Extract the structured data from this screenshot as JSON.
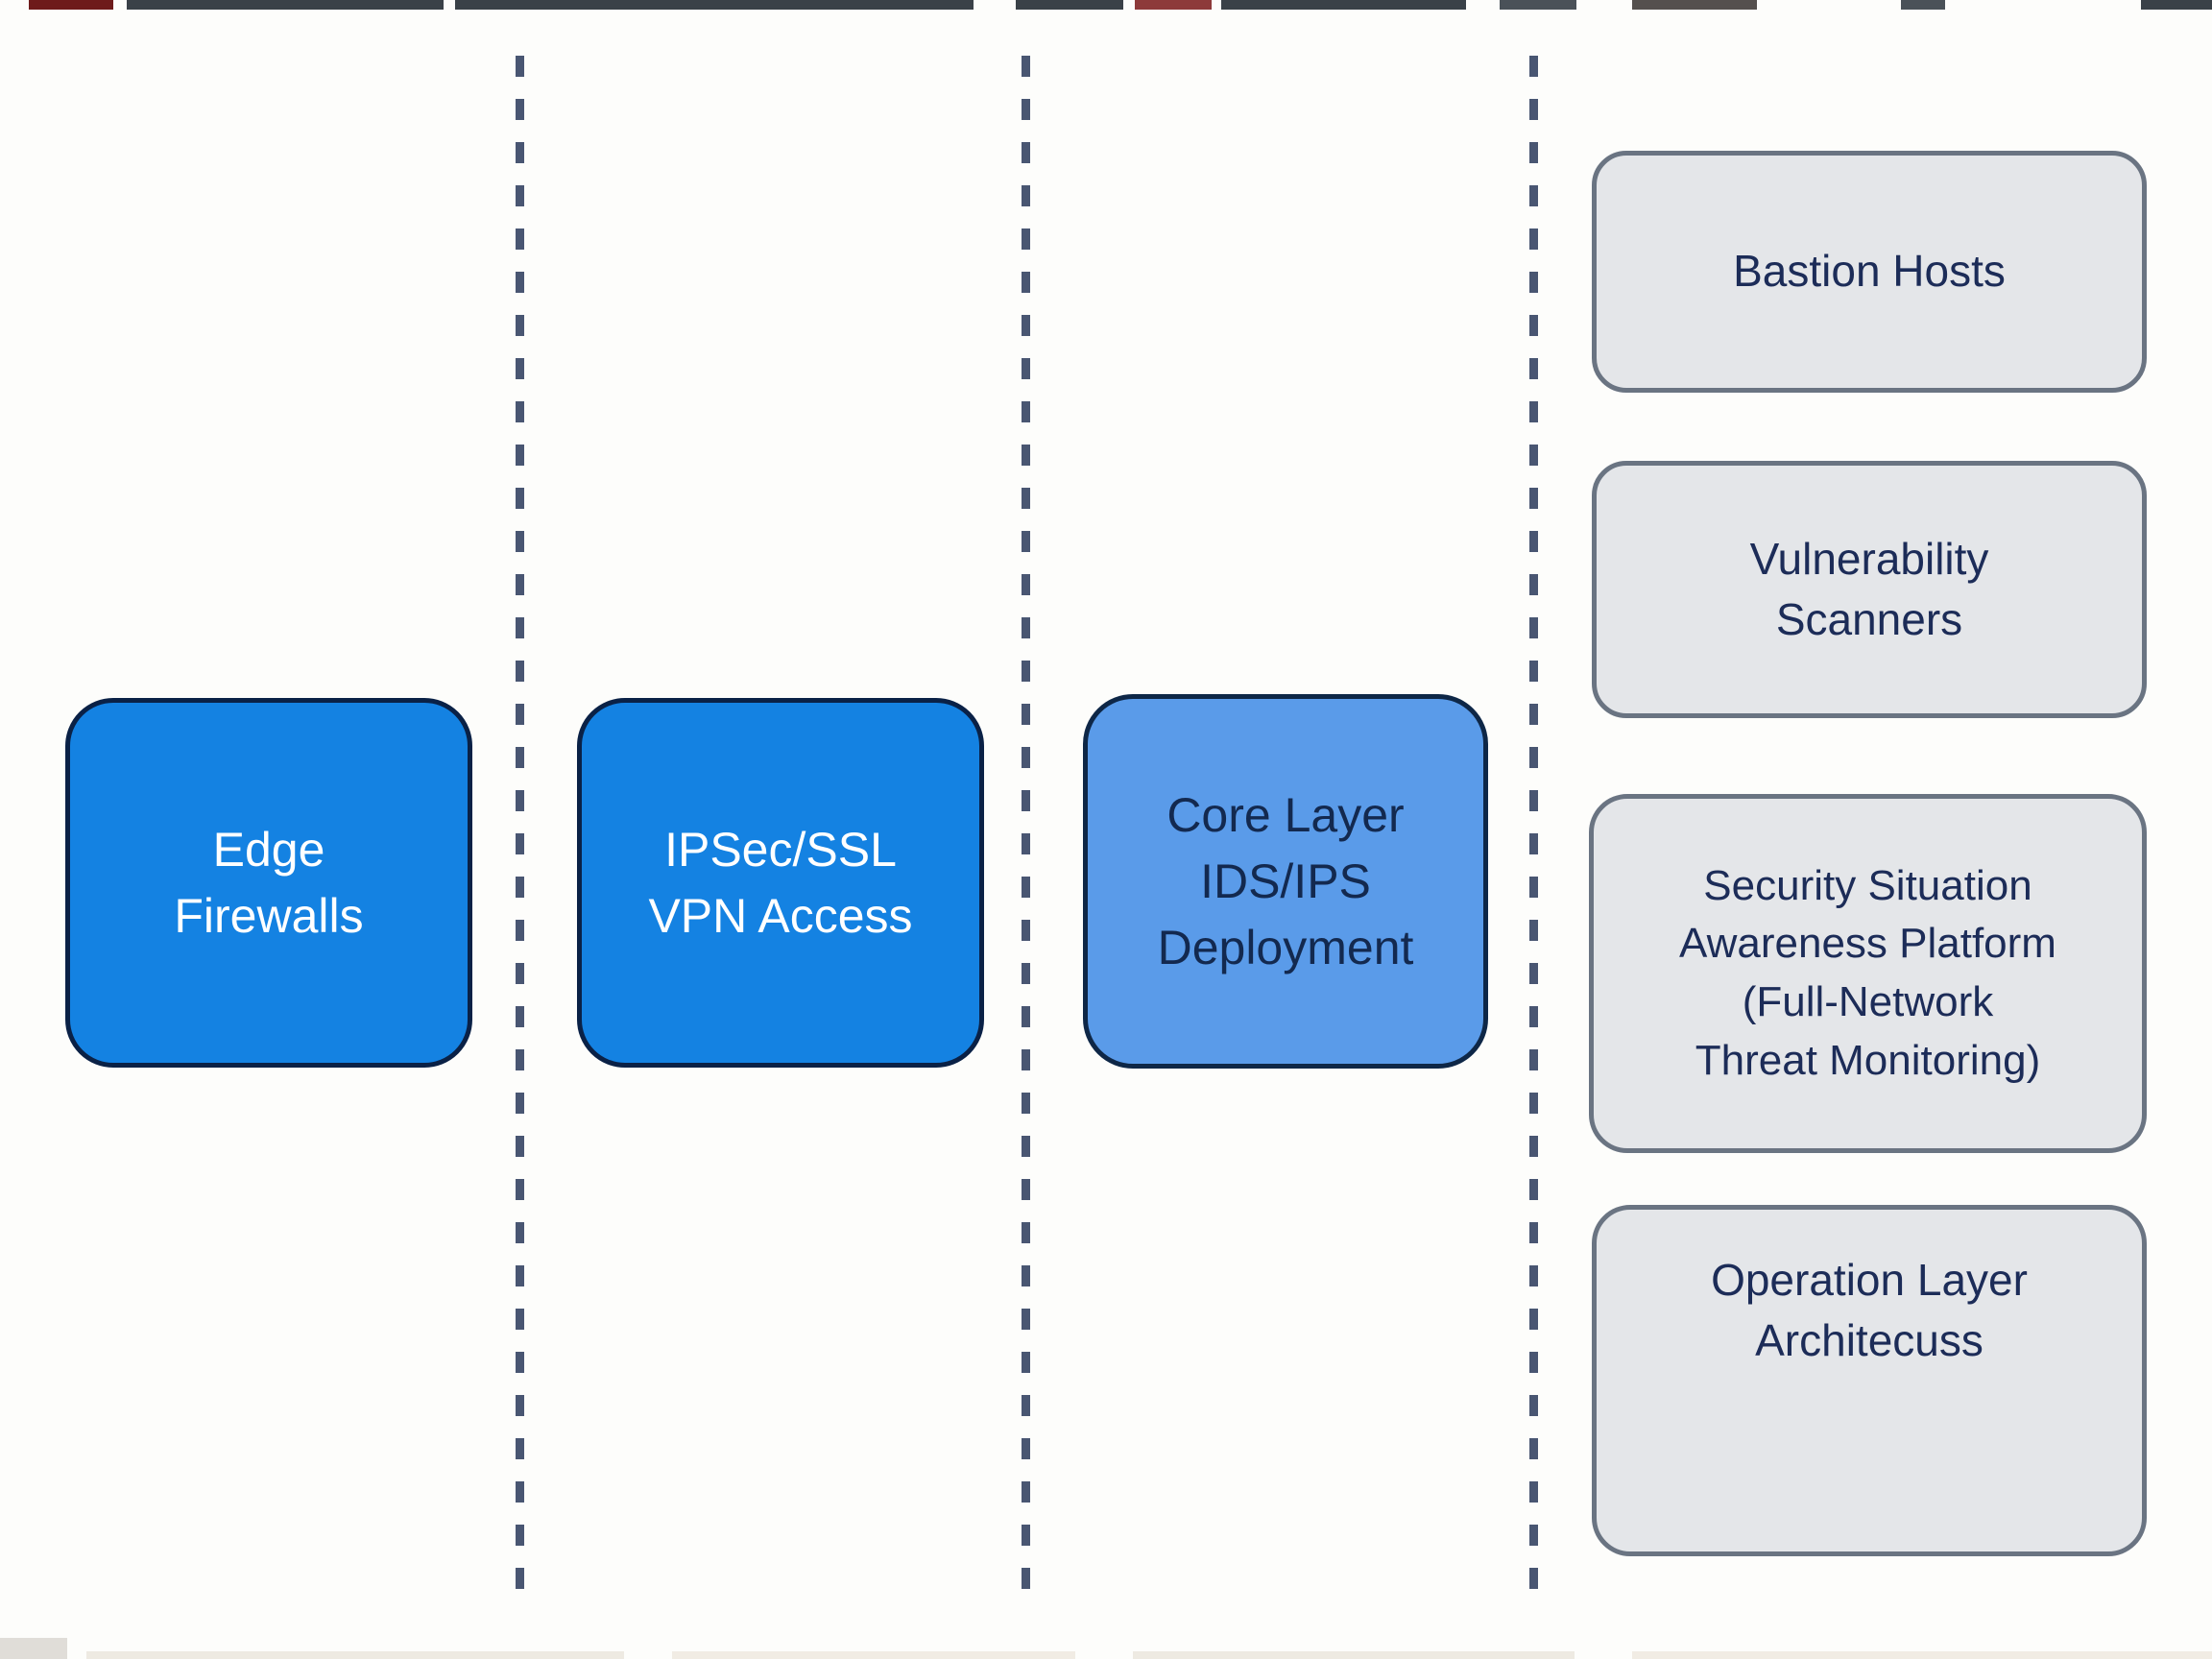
{
  "page": {
    "background": "#fdfdfb",
    "divider_color": "#495672"
  },
  "boxes": {
    "edge_firewalls": {
      "label": "Edge\nFirewalls",
      "fill": "#1482e2",
      "border": "#0a2146",
      "text": "#ffffff"
    },
    "ipsec_vpn": {
      "label": "IPSec/SSL\nVPN Access",
      "fill": "#1482e2",
      "border": "#0a2146",
      "text": "#ffffff"
    },
    "core_ids": {
      "label": "Core Layer\nIDS/IPS\nDeployment",
      "fill": "#5a9be9",
      "border": "#0e2747",
      "text": "#13294f"
    },
    "bastion_hosts": {
      "label": "Bastion Hosts",
      "fill": "#e4e6e9",
      "border": "#6a7482",
      "text": "#1c2c58"
    },
    "vulnerability_scanners": {
      "label": "Vulnerability\nScanners",
      "fill": "#e4e6e9",
      "border": "#6a7482",
      "text": "#1c2c58"
    },
    "security_platform": {
      "label": "Security Situation\nAwareness Platform\n(Full-Network\nThreat Monitoring)",
      "fill": "#e4e6e9",
      "border": "#6a7482",
      "text": "#1c2c58"
    },
    "operation_layer": {
      "label": "Operation Layer\nArchitecuss",
      "fill": "#e4e6e9",
      "border": "#6a7482",
      "text": "#1c2c58"
    }
  }
}
